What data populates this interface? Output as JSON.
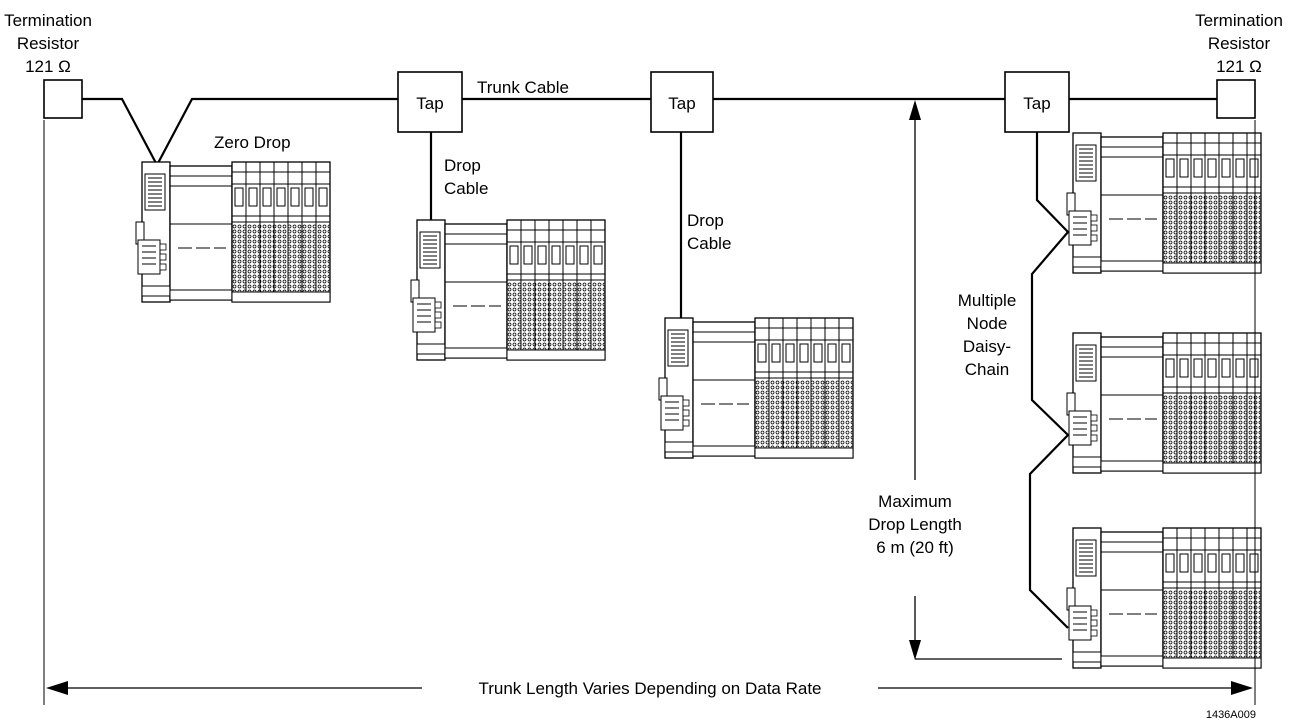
{
  "termination_left": {
    "line1": "Termination",
    "line2": "Resistor",
    "line3": "121 Ω"
  },
  "termination_right": {
    "line1": "Termination",
    "line2": "Resistor",
    "line3": "121 Ω"
  },
  "taps": [
    "Tap",
    "Tap",
    "Tap"
  ],
  "trunk_cable": "Trunk Cable",
  "zero_drop": "Zero Drop",
  "drop_cable_1": {
    "line1": "Drop",
    "line2": "Cable"
  },
  "drop_cable_2": {
    "line1": "Drop",
    "line2": "Cable"
  },
  "daisy_chain": {
    "line1": "Multiple",
    "line2": "Node",
    "line3": "Daisy-",
    "line4": "Chain"
  },
  "max_drop": {
    "line1": "Maximum",
    "line2": "Drop Length",
    "line3": "6 m (20 ft)"
  },
  "trunk_length": "Trunk Length Varies Depending on Data Rate",
  "figure_id": "1436A009"
}
